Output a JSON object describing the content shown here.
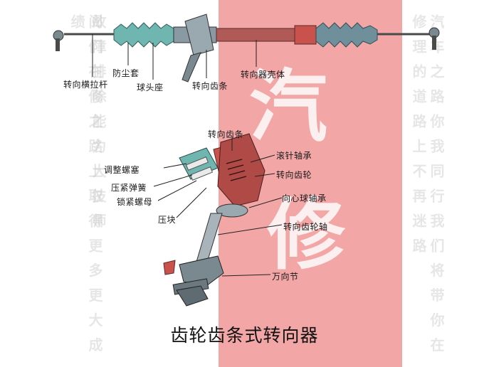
{
  "labels": {
    "tie_rod": "转向横拉杆",
    "dust_boot": "防尘套",
    "ball_seat": "球头座",
    "steering_rack_top": "转向齿条",
    "housing": "转向器壳体",
    "steering_rack": "转向齿条",
    "needle_bearing": "滚针轴承",
    "adjust_plug": "调整螺塞",
    "pinion": "转向齿轮",
    "spring": "压紧弹簧",
    "lock_nut": "锁紧螺母",
    "radial_bearing": "向心球轴承",
    "pressure_block": "压块",
    "pinion_shaft": "转向齿轮轴",
    "universal_joint": "万向节"
  },
  "caption": "齿轮齿条式转向器",
  "watermark": {
    "char1": "汽",
    "char2": "修"
  },
  "colors": {
    "accent_band": "#f2a6a6",
    "steel": "#8a9aa3",
    "teal": "#6fb5b0",
    "red_part": "#c9524d"
  }
}
